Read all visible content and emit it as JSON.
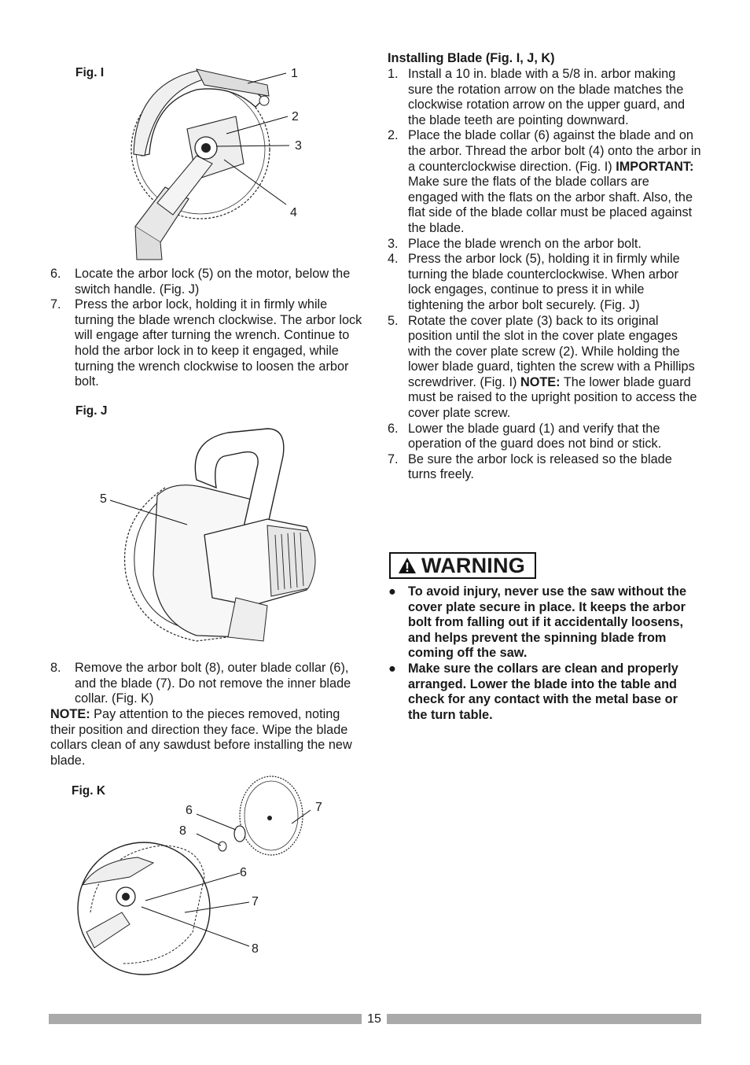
{
  "left_column": {
    "fig_i": {
      "label": "Fig. I",
      "callouts": [
        "1",
        "2",
        "3",
        "4"
      ]
    },
    "steps_a": [
      {
        "num": "6.",
        "text": "Locate the arbor lock (5) on the motor, below the switch handle. (Fig. J)"
      },
      {
        "num": "7.",
        "text": "Press the arbor lock, holding it in firmly while turning the blade wrench clockwise. The arbor lock will engage after turning the wrench. Continue to hold the arbor lock in to keep it engaged, while turning the wrench clockwise to loosen the arbor bolt."
      }
    ],
    "fig_j": {
      "label": "Fig. J",
      "callouts": [
        "5"
      ]
    },
    "step_8": {
      "num": "8.",
      "text": "Remove the arbor bolt (8), outer blade collar (6), and the blade (7). Do not remove the inner blade collar. (Fig. K)"
    },
    "note": {
      "label": "NOTE:",
      "text": " Pay attention to the pieces removed, noting their position and direction they face. Wipe the blade collars clean of any sawdust before installing the new blade."
    },
    "fig_k": {
      "label": "Fig. K",
      "callouts_top": [
        "6",
        "8",
        "7"
      ],
      "callouts_bottom": [
        "6",
        "7",
        "8"
      ]
    }
  },
  "right_column": {
    "heading": "Installing Blade (Fig. I, J, K)",
    "steps": [
      {
        "num": "1.",
        "text": "Install a 10 in. blade with a 5/8 in. arbor making sure the rotation arrow on the blade matches the clockwise rotation arrow on the upper guard, and the blade teeth are pointing downward."
      },
      {
        "num": "2.",
        "text_a": "Place the blade collar (6) against the blade and on the arbor. Thread the arbor bolt (4) onto the arbor in a counterclockwise direction. (Fig. I) ",
        "bold": "IMPORTANT:",
        "text_b": " Make sure the flats of the blade collars are engaged with the flats on the arbor shaft. Also, the flat side of the blade collar must be placed against the blade."
      },
      {
        "num": "3.",
        "text": "Place the blade wrench on the arbor bolt."
      },
      {
        "num": "4.",
        "text": "Press the arbor lock (5), holding it in firmly while turning the blade counterclockwise. When arbor lock engages, continue to press it in while tightening the arbor bolt securely. (Fig. J)"
      },
      {
        "num": "5.",
        "text_a": "Rotate the cover plate (3) back to its original position until the slot in the cover plate engages with the cover plate screw (2). While holding the lower blade guard, tighten the screw with a Phillips screwdriver. (Fig. I) ",
        "bold": "NOTE:",
        "text_b": " The lower blade guard must be raised to the upright position to access the cover plate screw."
      },
      {
        "num": "6.",
        "text": "Lower the blade guard (1) and verify that the operation of the guard does not bind or stick."
      },
      {
        "num": "7.",
        "text": "Be sure the arbor lock is released so the blade turns freely."
      }
    ],
    "warning": {
      "title": "WARNING",
      "icon": "warning-triangle-icon",
      "bullets": [
        "To avoid injury, never use the saw without the cover plate secure in place. It keeps the arbor bolt from falling out if it accidentally loosens, and helps prevent the spinning blade from coming off the saw.",
        "Make sure the collars are clean and properly arranged. Lower the blade into the table and check for any contact with the metal base or the turn table."
      ]
    }
  },
  "footer": {
    "page_number": "15"
  }
}
